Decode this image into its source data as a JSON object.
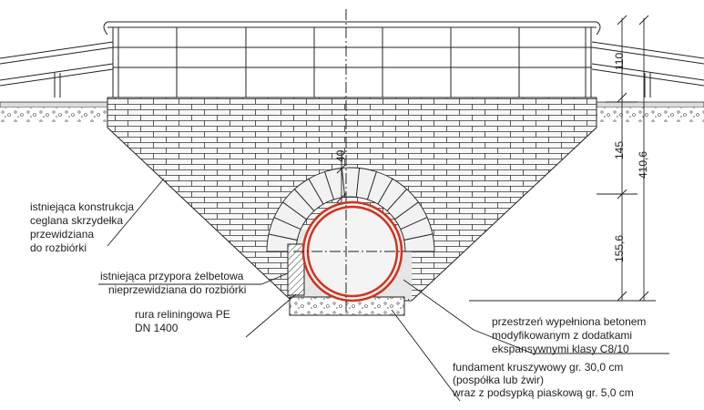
{
  "dimensions": {
    "d1": "110",
    "d2": "145",
    "d3": "155,6",
    "total": "410,6",
    "cover": "40"
  },
  "labels": {
    "existing_structure": [
      "istniejąca konstrukcja",
      "ceglana skrzydełka",
      "przewidziana",
      "do rozbiórki"
    ],
    "existing_abutment": [
      "istniejąca przypora żelbetowa",
      "nieprzewidziana do rozbiórki"
    ],
    "relining_pipe": [
      "rura reliningowa PE",
      "DN 1400"
    ],
    "filled_space": [
      "przestrzeń wypełniona betonem",
      "modyfikowanym z dodatkami",
      "ekspansywnymi klasy C8/10"
    ],
    "foundation": [
      "fundament kruszywowy gr. 30,0 cm",
      "(pospółka lub żwir)",
      "wraz z podsypką piaskową gr. 5,0 cm"
    ]
  },
  "colors": {
    "pipe": "#d2321e",
    "line": "#222222",
    "fill_light": "#f4f4f4",
    "concrete": "#e6e6e6"
  }
}
